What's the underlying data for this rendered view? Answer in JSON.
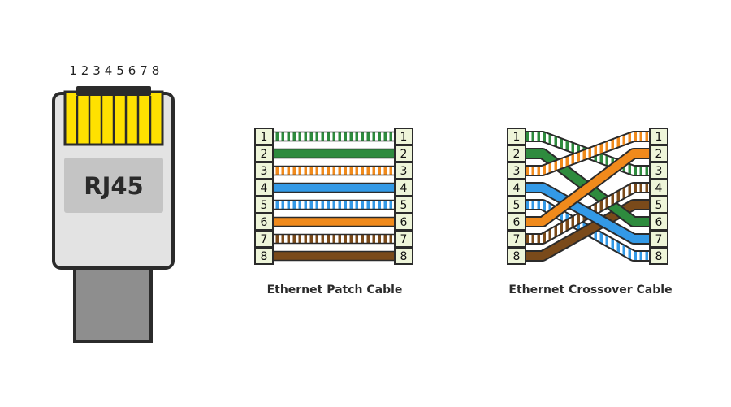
{
  "connector": {
    "pin_numbers": [
      "1",
      "2",
      "3",
      "4",
      "5",
      "6",
      "7",
      "8"
    ],
    "label": "RJ45"
  },
  "patch_cable": {
    "caption": "Ethernet Patch Cable",
    "left_pins": [
      "1",
      "2",
      "3",
      "4",
      "5",
      "6",
      "7",
      "8"
    ],
    "right_pins": [
      "1",
      "2",
      "3",
      "4",
      "5",
      "6",
      "7",
      "8"
    ]
  },
  "crossover_cable": {
    "caption": "Ethernet Crossover Cable",
    "left_pins": [
      "1",
      "2",
      "3",
      "4",
      "5",
      "6",
      "7",
      "8"
    ],
    "right_pins": [
      "1",
      "2",
      "3",
      "4",
      "5",
      "6",
      "7",
      "8"
    ]
  },
  "colors": {
    "green": "#2e8b3e",
    "orange": "#f08a1c",
    "blue": "#3399e6",
    "brown": "#7a4a1a",
    "stripe_white": "#ffffff",
    "pin_box_fill": "#eef5d9",
    "contact_yellow": "#ffe100",
    "plug_body": "#e3e3e3",
    "label_plate": "#c4c4c4",
    "cable_jacket": "#8e8e8e",
    "outline": "#2b2b2b"
  },
  "wires": {
    "patch": [
      {
        "from": 1,
        "to": 1,
        "color": "green",
        "striped": true
      },
      {
        "from": 2,
        "to": 2,
        "color": "green",
        "striped": false
      },
      {
        "from": 3,
        "to": 3,
        "color": "orange",
        "striped": true
      },
      {
        "from": 4,
        "to": 4,
        "color": "blue",
        "striped": false
      },
      {
        "from": 5,
        "to": 5,
        "color": "blue",
        "striped": true
      },
      {
        "from": 6,
        "to": 6,
        "color": "orange",
        "striped": false
      },
      {
        "from": 7,
        "to": 7,
        "color": "brown",
        "striped": true
      },
      {
        "from": 8,
        "to": 8,
        "color": "brown",
        "striped": false
      }
    ],
    "crossover": [
      {
        "from": 1,
        "to": 3,
        "color": "green",
        "striped": true
      },
      {
        "from": 2,
        "to": 6,
        "color": "green",
        "striped": false
      },
      {
        "from": 3,
        "to": 1,
        "color": "orange",
        "striped": true
      },
      {
        "from": 4,
        "to": 7,
        "color": "blue",
        "striped": false
      },
      {
        "from": 5,
        "to": 8,
        "color": "blue",
        "striped": true
      },
      {
        "from": 6,
        "to": 2,
        "color": "orange",
        "striped": false
      },
      {
        "from": 7,
        "to": 4,
        "color": "brown",
        "striped": true
      },
      {
        "from": 8,
        "to": 5,
        "color": "brown",
        "striped": false
      }
    ]
  }
}
